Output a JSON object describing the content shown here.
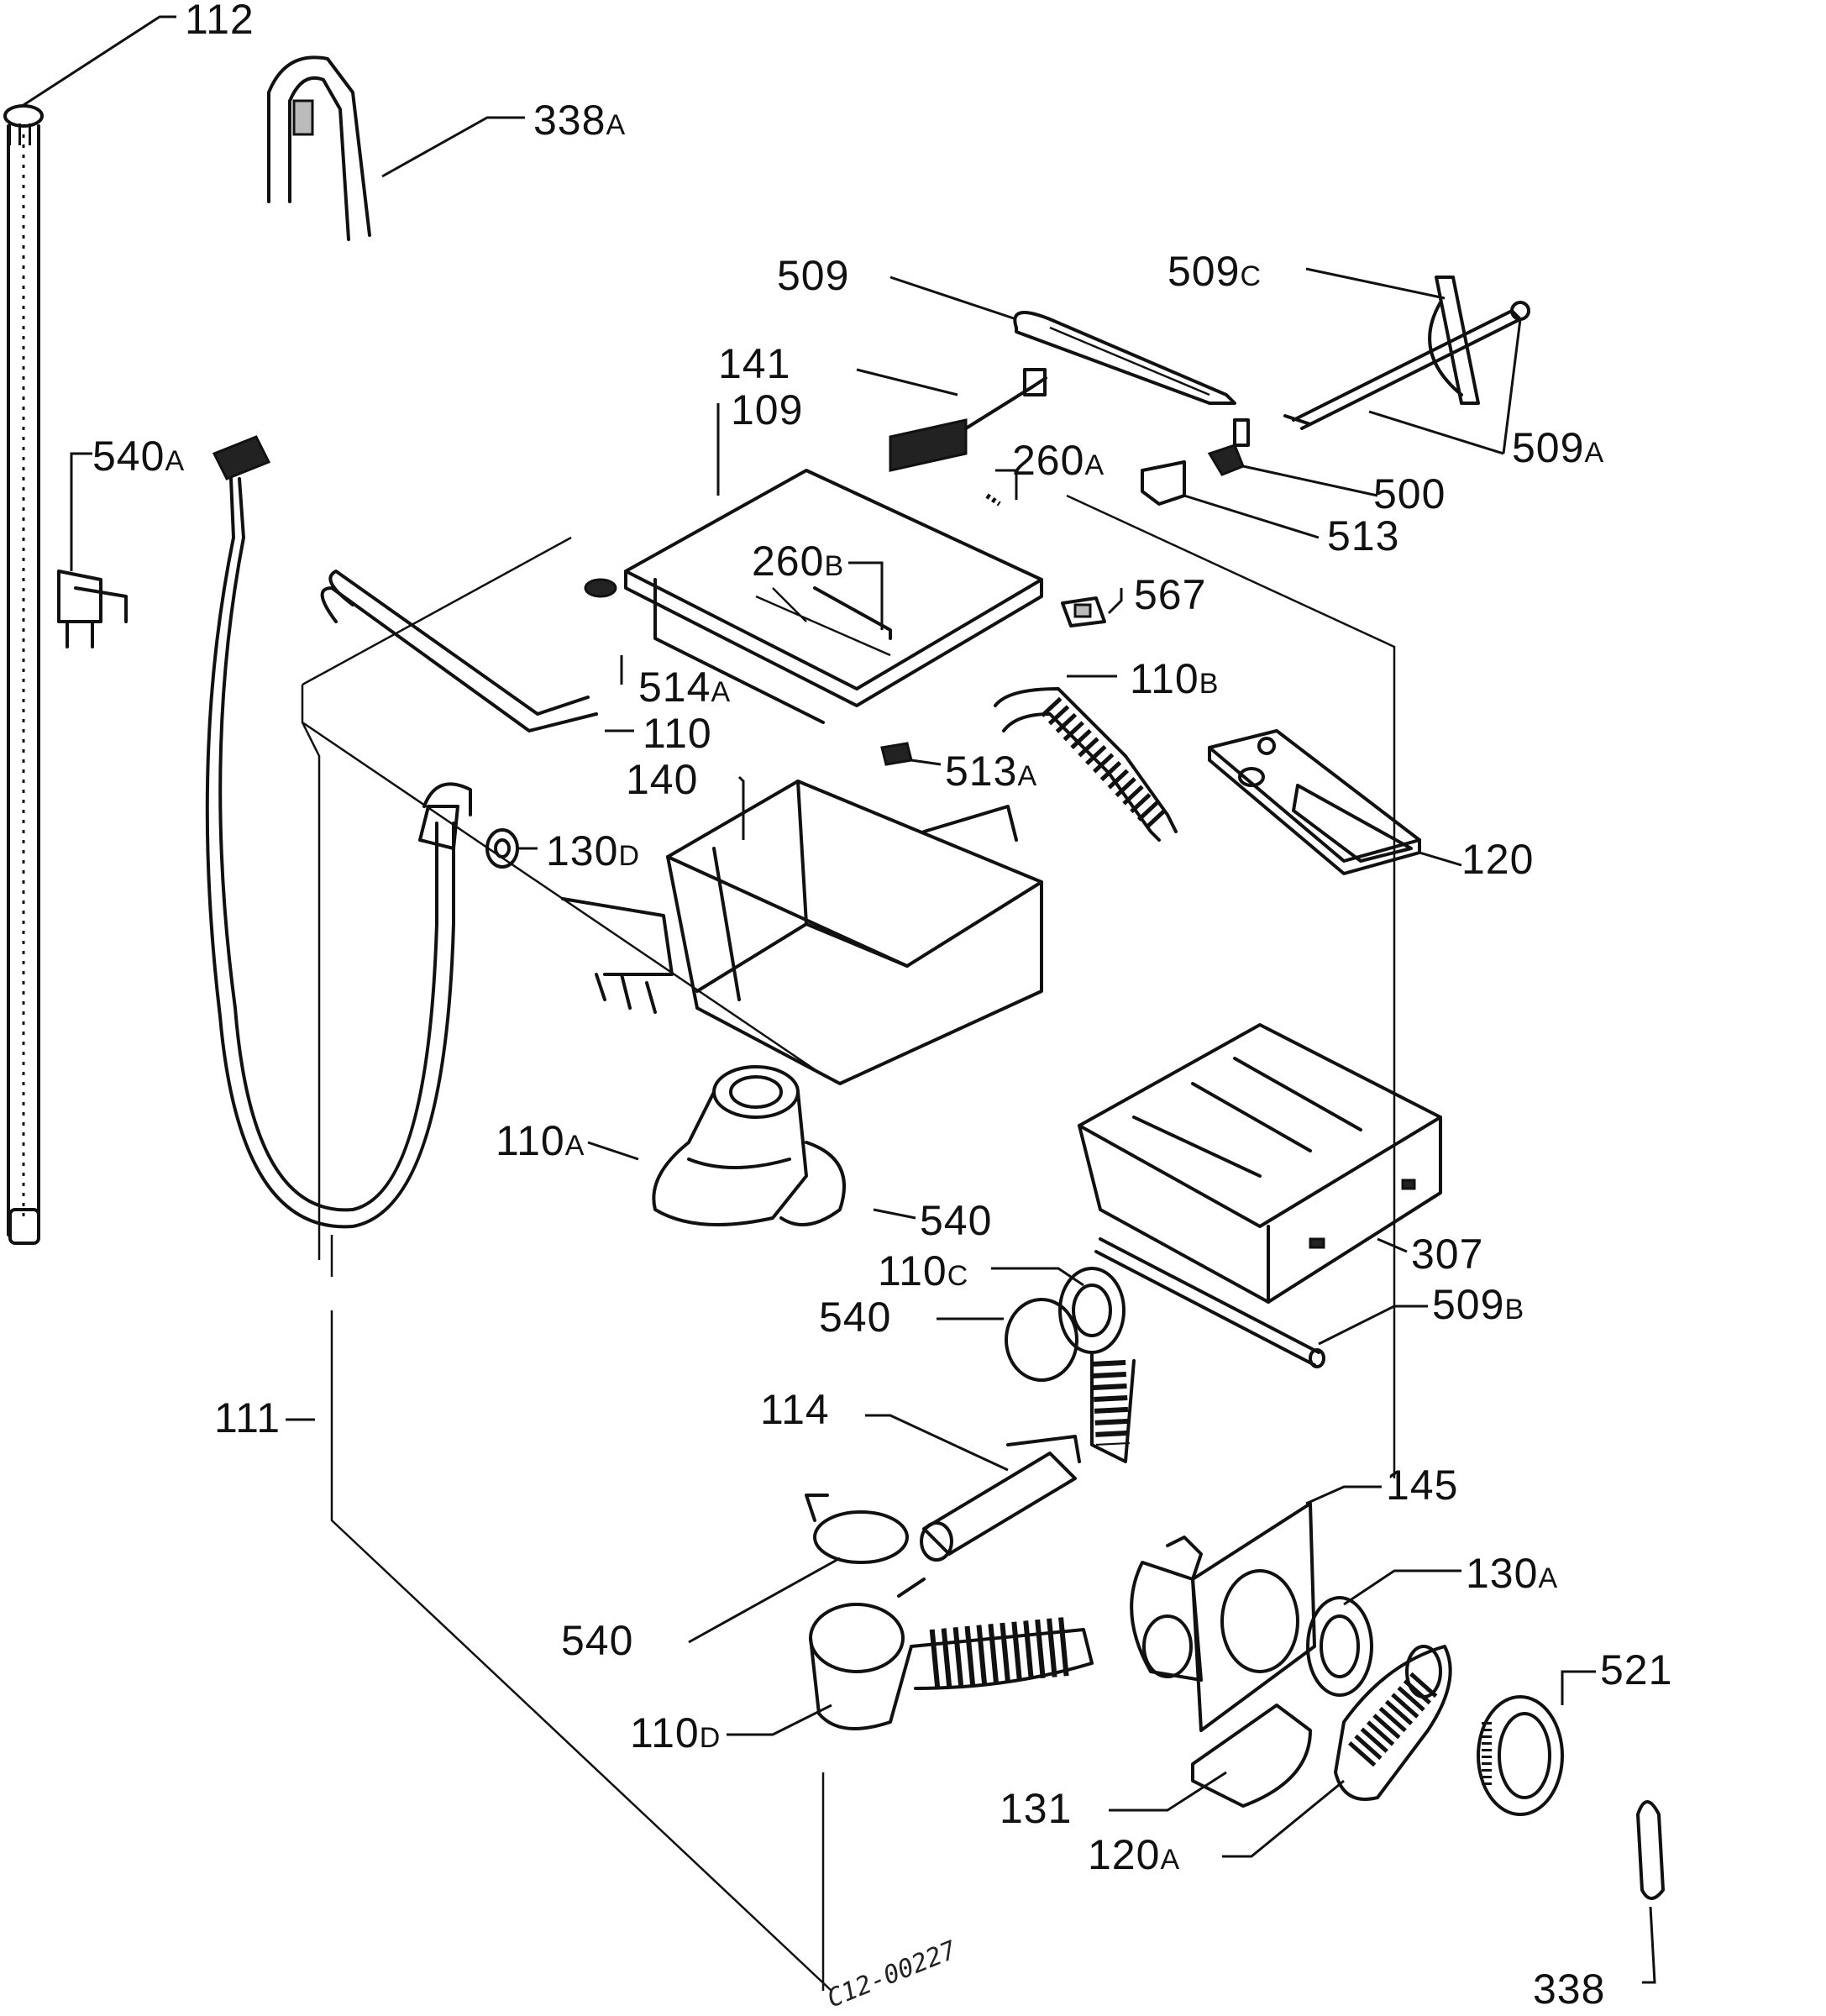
{
  "labels": {
    "p112": "112",
    "p338a": "338",
    "p338a_s": "A",
    "p509": "509",
    "p509c": "509",
    "p509c_s": "C",
    "p141": "141",
    "p109": "109",
    "p509a": "509",
    "p509a_s": "A",
    "p540a": "540",
    "p540a_s": "A",
    "p260a": "260",
    "p260a_s": "A",
    "p500": "500",
    "p513": "513",
    "p260b": "260",
    "p260b_s": "B",
    "p567": "567",
    "p514a": "514",
    "p514a_s": "A",
    "p110b": "110",
    "p110b_s": "B",
    "p110": "110",
    "p140": "140",
    "p513a": "513",
    "p513a_s": "A",
    "p120": "120",
    "p130d": "130",
    "p130d_s": "D",
    "p110a": "110",
    "p110a_s": "A",
    "p540_1": "540",
    "p307": "307",
    "p110c": "110",
    "p110c_s": "C",
    "p540_2": "540",
    "p509b": "509",
    "p509b_s": "B",
    "p111": "111",
    "p114": "114",
    "p145": "145",
    "p130a": "130",
    "p130a_s": "A",
    "p540_3": "540",
    "p521": "521",
    "p110d": "110",
    "p110d_s": "D",
    "p131": "131",
    "p120a": "120",
    "p120a_s": "A",
    "p338": "338",
    "drawing_code": "C12-00227"
  }
}
